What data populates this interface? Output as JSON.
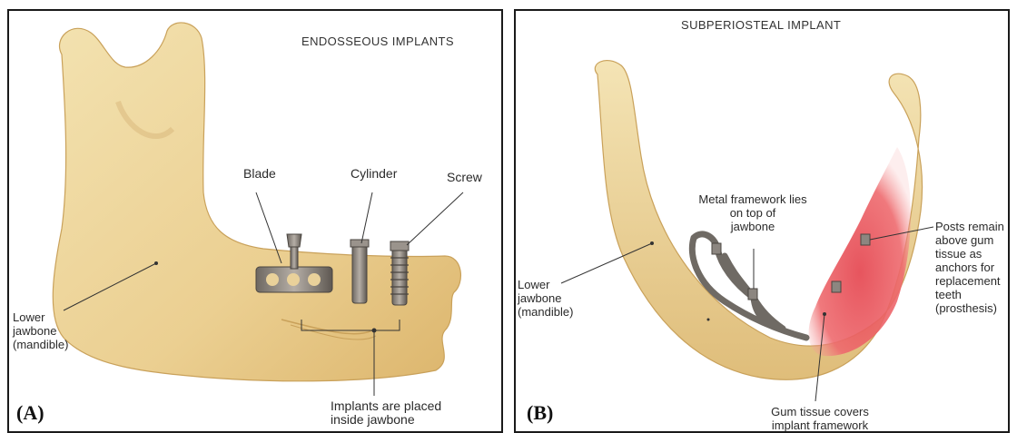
{
  "panel_a": {
    "letter": "(A)",
    "title": "ENDOSSEOUS IMPLANTS",
    "labels": {
      "blade": "Blade",
      "cylinder": "Cylinder",
      "screw": "Screw",
      "lower_jawbone": [
        "Lower",
        "jawbone",
        "(mandible)"
      ],
      "implants_inside": [
        "Implants are placed",
        "inside jawbone"
      ]
    }
  },
  "panel_b": {
    "letter": "(B)",
    "title": "SUBPERIOSTEAL IMPLANT",
    "labels": {
      "metal_framework": [
        "Metal framework lies",
        "on top of",
        "jawbone"
      ],
      "lower_jawbone": [
        "Lower",
        "jawbone",
        "(mandible)"
      ],
      "posts_remain": [
        "Posts remain",
        "above gum",
        "tissue as",
        "anchors for",
        "replacement",
        "teeth",
        "(prosthesis)"
      ],
      "gum_tissue": [
        "Gum tissue covers",
        "implant framework"
      ]
    }
  },
  "colors": {
    "bone": "#ecd49a",
    "bone_shadow": "#d9b66f",
    "metal": "#8a8580",
    "gum": "#e8505a"
  }
}
